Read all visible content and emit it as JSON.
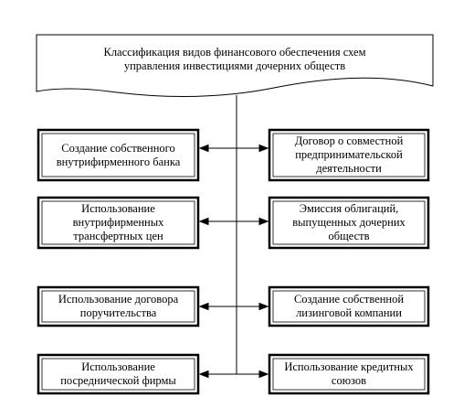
{
  "title": {
    "line1": "Классификация видов финансового обеспечения схем",
    "line2": "управления инвестициями дочерних обществ"
  },
  "left_boxes": [
    {
      "line1": "Создание собственного",
      "line2": "внутрифирменного банка",
      "line3": ""
    },
    {
      "line1": "Использование",
      "line2": "внутрифирменных",
      "line3": "трансфертных цен"
    },
    {
      "line1": "Использование договора",
      "line2": "поручительства",
      "line3": ""
    },
    {
      "line1": "Использование",
      "line2": "посреднической фирмы",
      "line3": ""
    }
  ],
  "right_boxes": [
    {
      "line1": "Договор о совместной",
      "line2": "предпринимательской",
      "line3": "деятельности"
    },
    {
      "line1": "Эмиссия облигаций,",
      "line2": "выпущенных дочерних",
      "line3": "обществ"
    },
    {
      "line1": "Создание собственной",
      "line2": "лизинговой компании",
      "line3": ""
    },
    {
      "line1": "Использование кредитных",
      "line2": "союзов",
      "line3": ""
    }
  ]
}
